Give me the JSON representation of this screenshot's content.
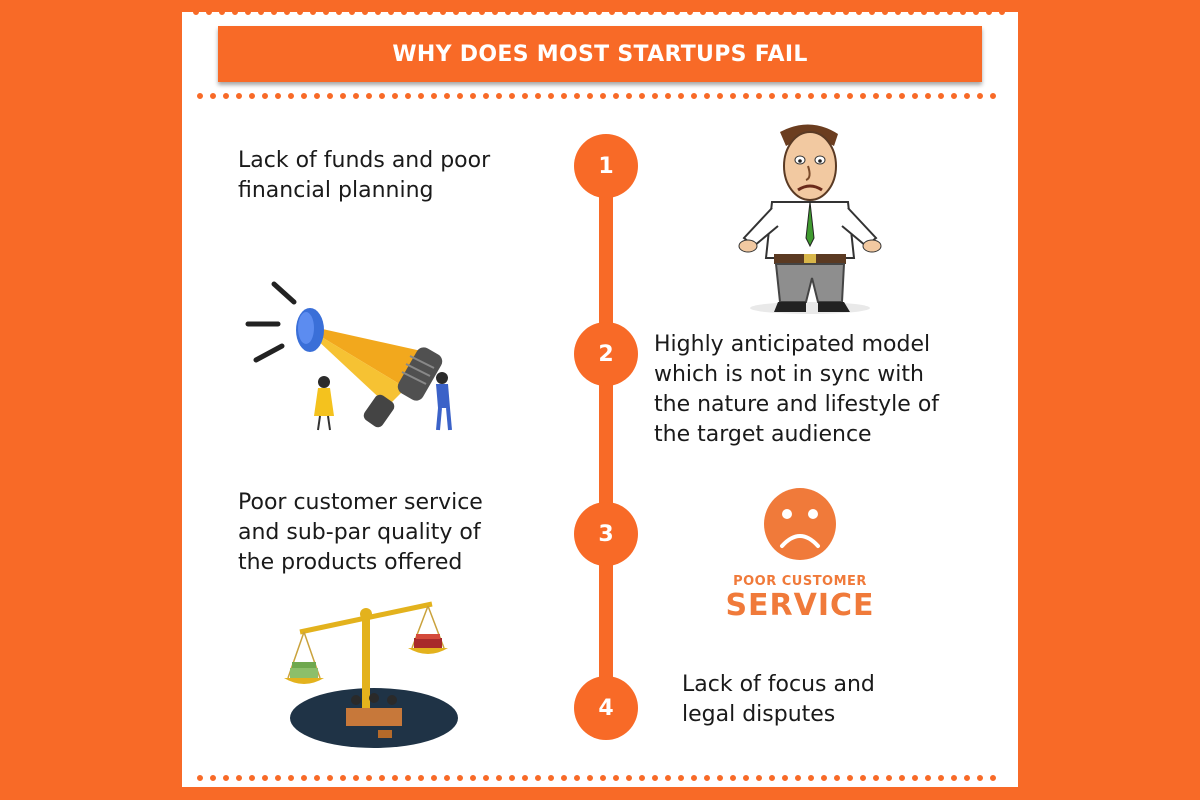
{
  "title": "WHY DOES MOST STARTUPS FAIL",
  "steps": [
    {
      "number": "1",
      "lines": [
        "Lack of funds and poor",
        "financial planning"
      ]
    },
    {
      "number": "2",
      "lines": [
        "Highly anticipated model",
        "which is not in sync with",
        "the nature and lifestyle of",
        "the target audience"
      ]
    },
    {
      "number": "3",
      "lines": [
        "Poor customer service",
        "and sub-par quality of",
        "the products offered"
      ]
    },
    {
      "number": "4",
      "lines": [
        "Lack of focus and",
        "legal disputes"
      ]
    }
  ],
  "poor_service_badge": {
    "line1": "POOR CUSTOMER",
    "line2": "SERVICE"
  },
  "illustrations": [
    "broke-man-illustration",
    "megaphone-illustration",
    "sad-face-icon",
    "justice-scale-illustration"
  ],
  "colors": {
    "accent": "#f86a27",
    "text": "#1a1a1a",
    "badge": "#f07a3a"
  }
}
